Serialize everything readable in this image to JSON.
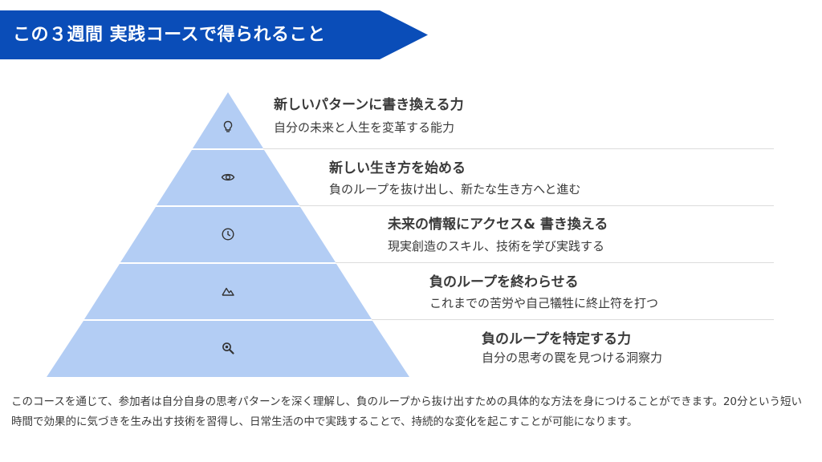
{
  "banner": {
    "title": "この３週間 実践コースで得られること",
    "color": "#0a4db8"
  },
  "pyramid": {
    "fill_color": "#b3cdf4",
    "tiers": [
      {
        "icon": "lightbulb-icon",
        "title": "新しいパターンに書き換える力",
        "description": "自分の未来と人生を変革する能力"
      },
      {
        "icon": "eye-icon",
        "title": "新しい生き方を始める",
        "description": "負のループを抜け出し、新たな生き方へと進む"
      },
      {
        "icon": "clock-icon",
        "title": "未来の情報にアクセス& 書き換える",
        "description": "現実創造のスキル、技術を学び実践する"
      },
      {
        "icon": "mountain-icon",
        "title": "負のループを終わらせる",
        "description": "これまでの苦労や自己犠牲に終止符を打つ"
      },
      {
        "icon": "search-icon",
        "title": "負のループを特定する力",
        "description": "自分の思考の罠を見つける洞察力"
      }
    ]
  },
  "description": "このコースを通じて、参加者は自分自身の思考パターンを深く理解し、負のループから抜け出すための具体的な方法を身につけることができます。20分という短い時間で効果的に気づきを生み出す技術を習得し、日常生活の中で実践することで、持続的な変化を起こすことが可能になります。"
}
